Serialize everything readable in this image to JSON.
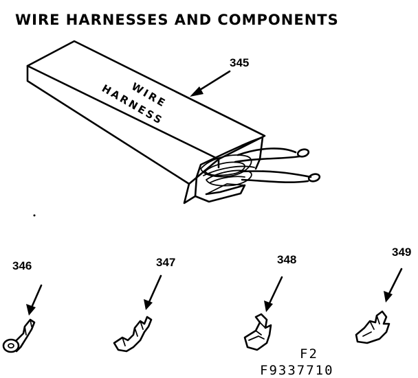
{
  "title": "WIRE HARNESSES AND COMPONENTS",
  "box_label_line1": "WIRE",
  "box_label_line2": "HARNESS",
  "parts": [
    {
      "number": "345",
      "part": "wire-harness"
    },
    {
      "number": "346",
      "part": "ring-terminal"
    },
    {
      "number": "347",
      "part": "spade-terminal"
    },
    {
      "number": "348",
      "part": "female-connector"
    },
    {
      "number": "349",
      "part": "female-connector-angled"
    }
  ],
  "figure_code": "F2",
  "drawing_number": "F9337710",
  "ink_color": "#000000",
  "background_color": "#ffffff"
}
